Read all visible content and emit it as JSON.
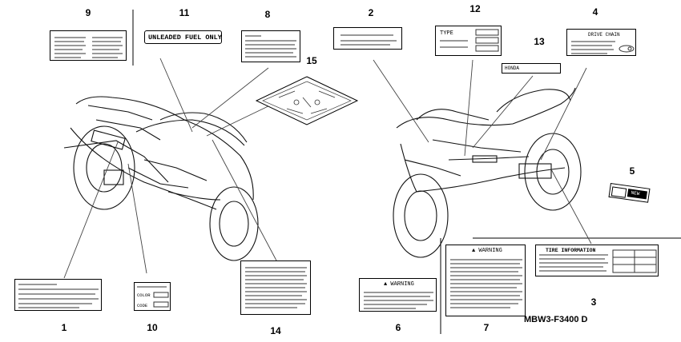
{
  "diagram_code": "MBW3-F3400 D",
  "callouts": [
    "1",
    "2",
    "3",
    "4",
    "5",
    "6",
    "7",
    "8",
    "9",
    "10",
    "11",
    "12",
    "13",
    "14",
    "15"
  ],
  "label_texts": {
    "unleaded": "UNLEADED FUEL ONLY",
    "type": "TYPE",
    "drive_chain": "DRIVE CHAIN",
    "honda": "HONDA",
    "new": "NEW",
    "warning_small": "▲ WARNING",
    "warning_large": "▲ WARNING",
    "tire_info": "TIRE INFORMATION",
    "color": "COLOR",
    "code": "CODE"
  }
}
